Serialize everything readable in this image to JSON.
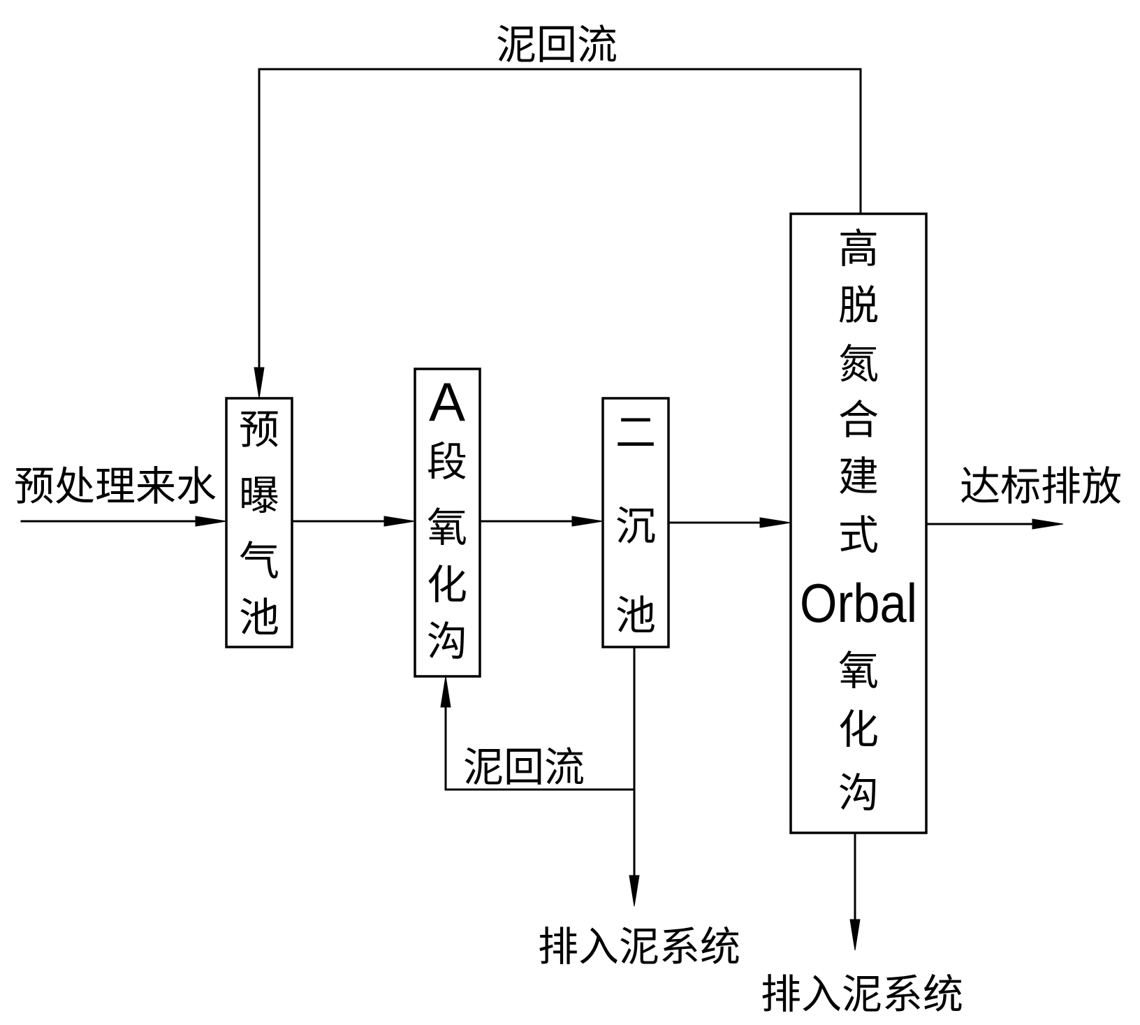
{
  "labels": {
    "influent": "预处理来水",
    "effluent": "达标排放",
    "top_sludge_return": "泥回流",
    "bottom_sludge_return": "泥回流",
    "clarifier_sludge_discharge": "排入泥系统",
    "orbal_sludge_discharge": "排入泥系统"
  },
  "units": {
    "pre_aeration_tank": [
      "预",
      "曝",
      "气",
      "池"
    ],
    "a_stage_oxidation_ditch": [
      "A",
      "段",
      "氧",
      "化",
      "沟"
    ],
    "secondary_clarifier": [
      "二",
      "沉",
      "池"
    ],
    "orbal_oxidation_ditch": [
      "高",
      "脱",
      "氮",
      "合",
      "建",
      "式",
      "Orbal",
      "氧",
      "化",
      "沟"
    ]
  },
  "colors": {
    "line": "#000000",
    "background": "#ffffff"
  }
}
